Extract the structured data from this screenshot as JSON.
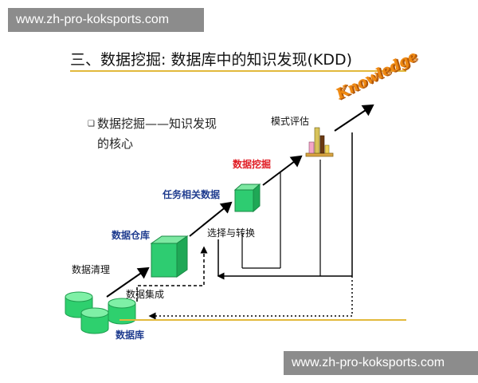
{
  "watermark": {
    "text": "www.zh-pro-koksports.com"
  },
  "slide": {
    "title": "三、数据挖掘: 数据库中的知识发现(KDD)",
    "bullet_line1": "数据挖掘——知识发现",
    "bullet_line2": "的核心",
    "bullet_icon": "square-bullet-icon"
  },
  "diagram": {
    "labels": {
      "data_cleaning": "数据清理",
      "data_integration": "数据集成",
      "database": "数据库",
      "data_warehouse": "数据仓库",
      "task_relevant_data": "任务相关数据",
      "selection_transformation": "选择与转换",
      "data_mining": "数据挖掘",
      "pattern_evaluation": "模式评估",
      "knowledge": "Knowledge"
    },
    "colors": {
      "blue_label": "#1f3c8f",
      "red_label": "#e01d24",
      "cube_green": "#2ecc71",
      "cylinder_green": "#2ed06e",
      "rule_gold": "#e2b93c",
      "knowledge_orange": "#f08a12"
    },
    "icons": [
      "database-cylinder-icon",
      "warehouse-cube-icon",
      "task-data-cube-icon",
      "pattern-bar-chart-icon"
    ]
  }
}
